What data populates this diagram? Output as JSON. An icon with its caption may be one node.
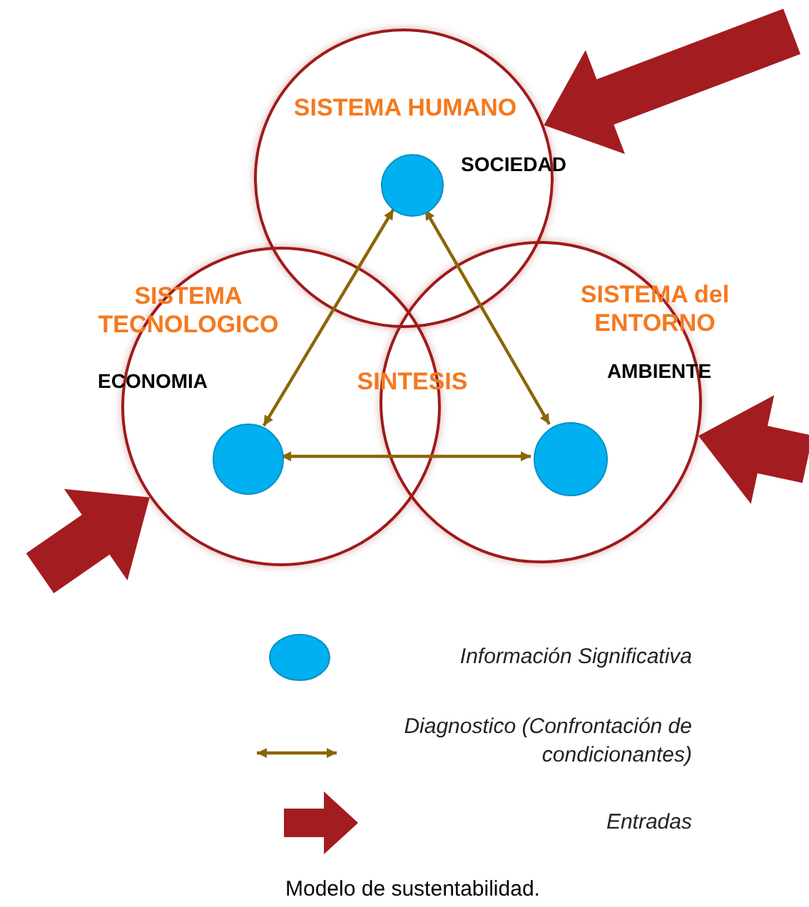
{
  "diagram": {
    "caption": "Modelo de sustentabilidad.",
    "nodes": [
      {
        "text": [
          "SISTEMA HUMANO",
          "SOCIEDAD"
        ]
      },
      {
        "text": [
          "SISTEMA TECNOLOGICO",
          "ECONOMIA"
        ]
      },
      {
        "text": [
          "SISTEMA del ENTORNO",
          "AMBIENTE"
        ]
      },
      {
        "text": [],
        "shape": "circle",
        "in": 0
      },
      {
        "text": [],
        "shape": "circle",
        "in": 1
      },
      {
        "text": [],
        "shape": "circle",
        "in": 2
      }
    ],
    "edges": [
      {
        "from": null,
        "to": 0,
        "arrow": "to",
        "style": "thick",
        "color": "#a31c20"
      },
      {
        "from": null,
        "to": 2,
        "arrow": "to",
        "style": "thick",
        "color": "#a31c20"
      },
      {
        "from": null,
        "to": 1,
        "arrow": "to",
        "style": "thick",
        "color": "#a31c20"
      },
      {
        "from": 3,
        "to": 4,
        "arrow": "both"
      },
      {
        "from": 3,
        "to": 5,
        "arrow": "both"
      },
      {
        "from": 4,
        "to": 5,
        "arrow": "both"
      }
    ],
    "labels": [
      "SINTESIS"
    ],
    "legend": [
      {
        "text": "Información Significativa",
        "color": "#00b0f0"
      },
      {
        "text": "Diagnostico (Confrontación de condicionantes)"
      },
      {
        "text": "Entradas"
      }
    ]
  }
}
